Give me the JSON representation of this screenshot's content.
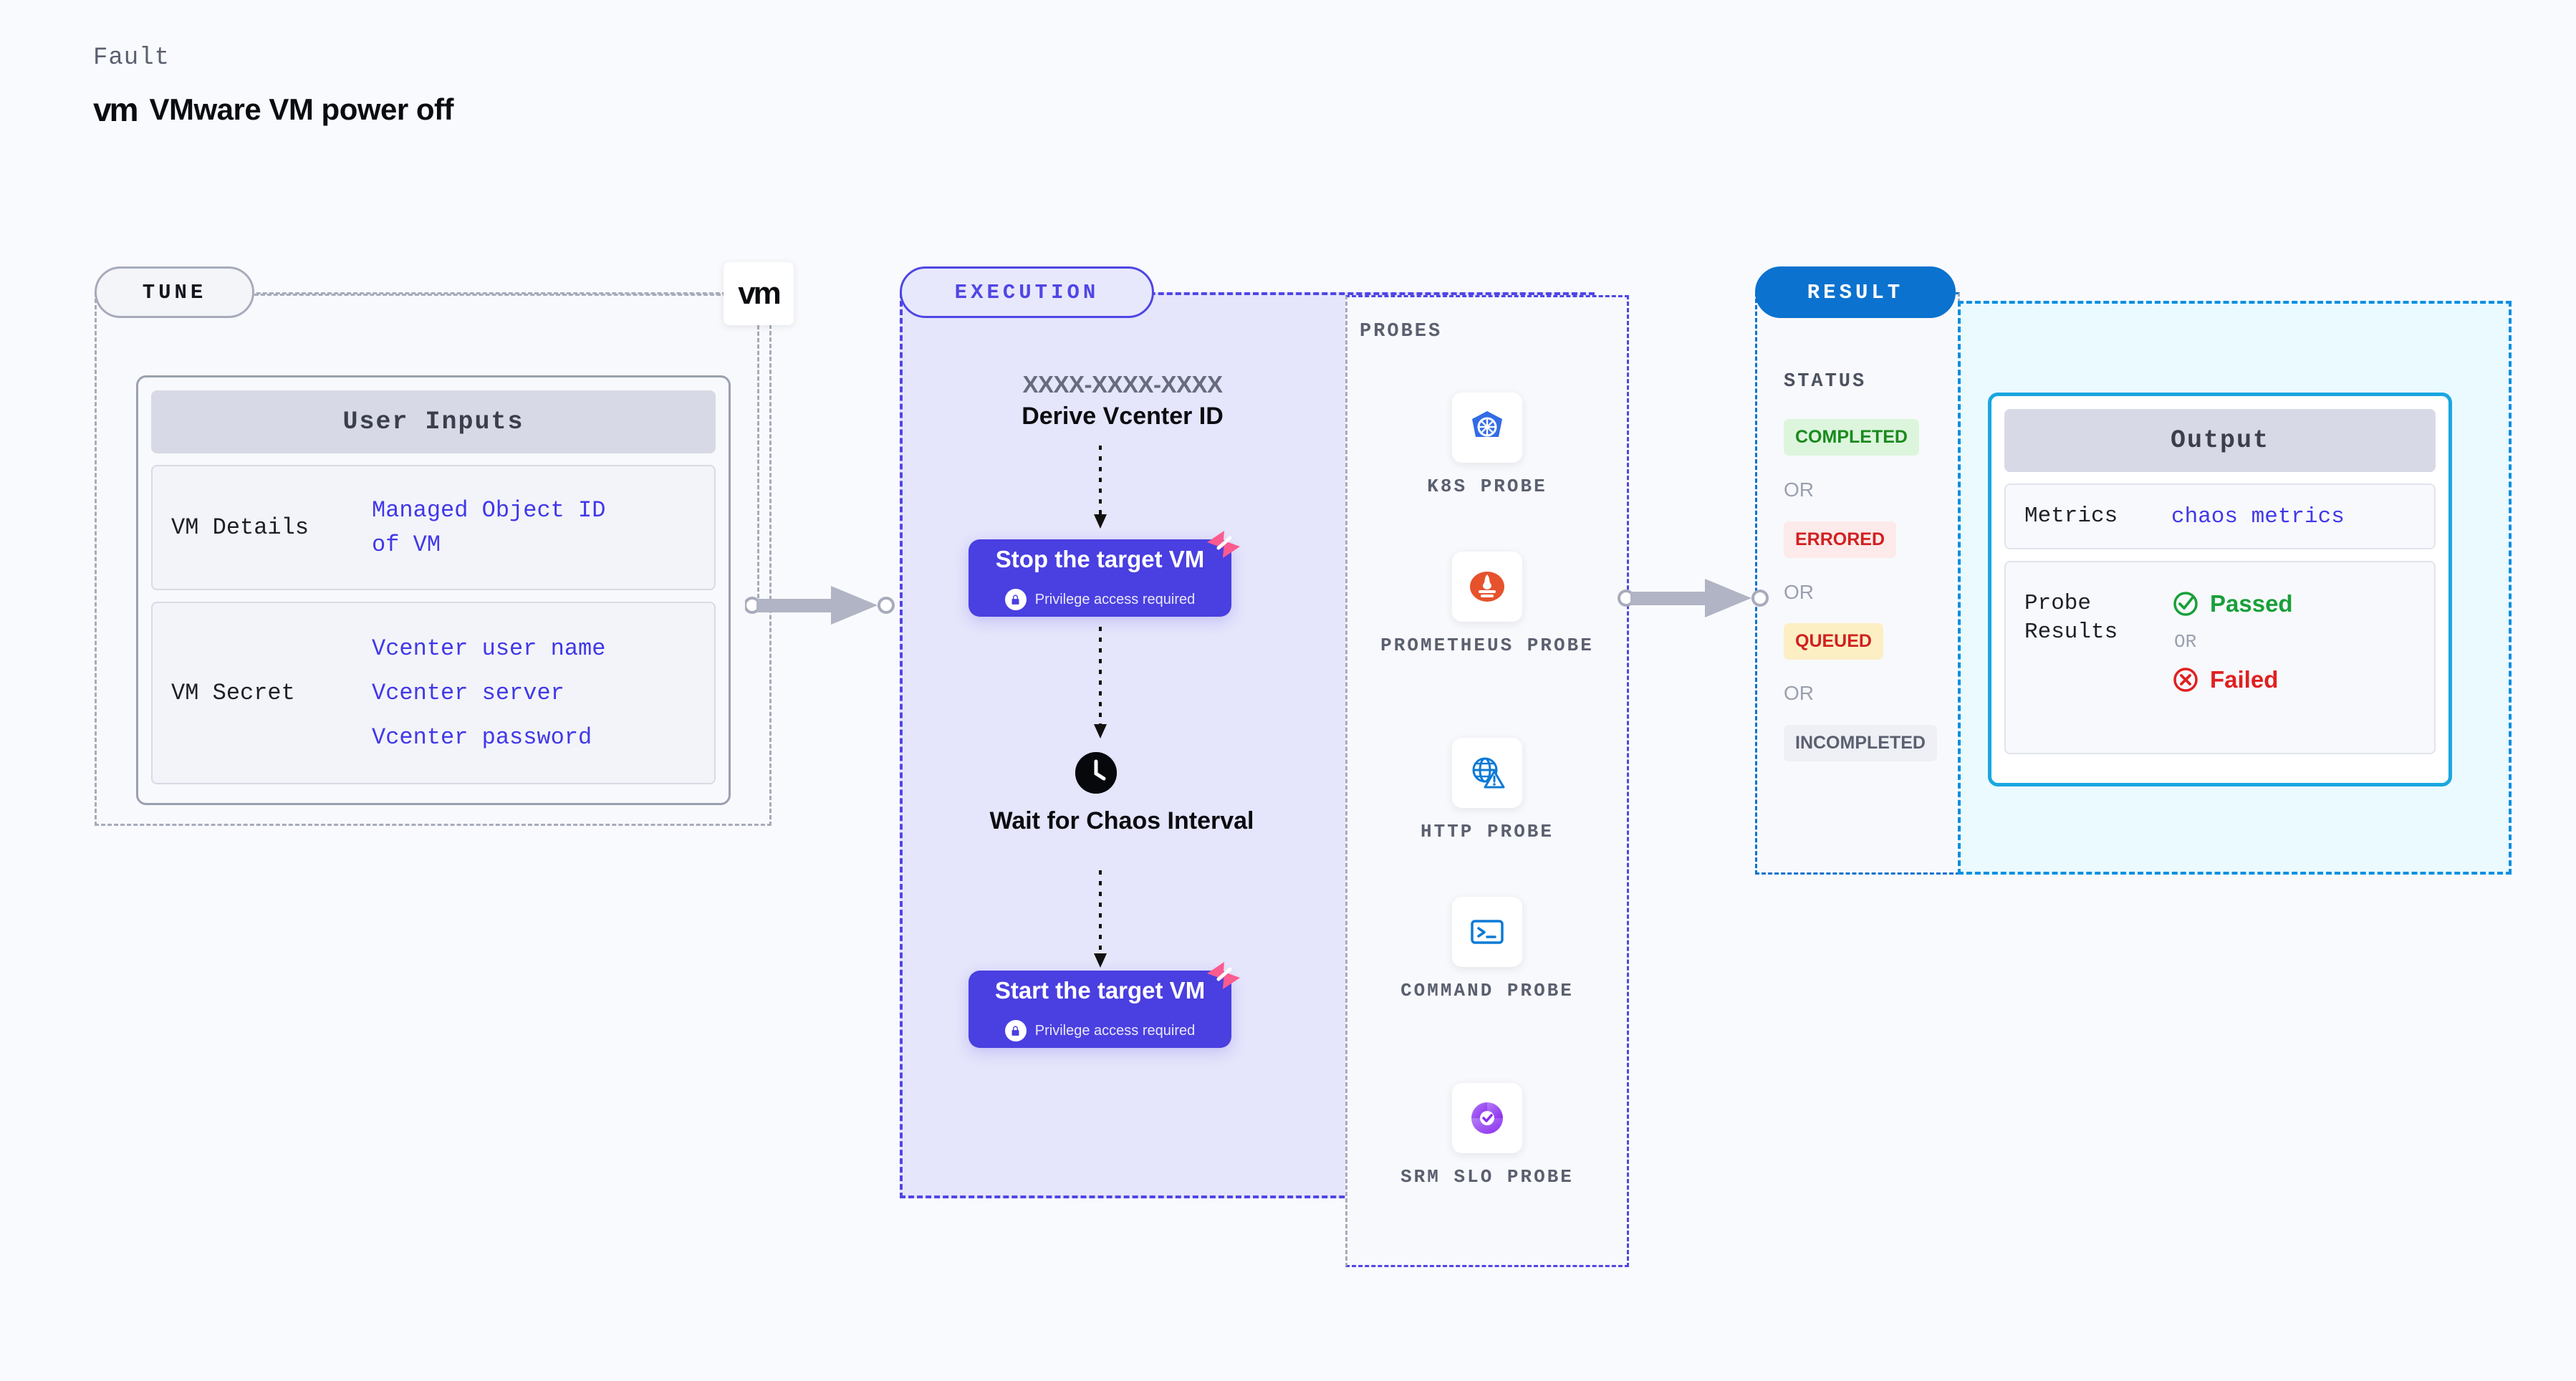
{
  "header": {
    "kicker": "Fault",
    "logo_text": "vm",
    "title": "VMware VM power off"
  },
  "tune": {
    "pill_label": "TUNE",
    "badge_logo": "vm",
    "card": {
      "header": "User Inputs",
      "rows": [
        {
          "key": "VM Details",
          "values": [
            "Managed Object ID",
            "of VM"
          ]
        },
        {
          "key": "VM Secret",
          "values": [
            "Vcenter user name",
            "Vcenter server",
            "Vcenter password"
          ]
        }
      ]
    }
  },
  "execution": {
    "pill_label": "EXECUTION",
    "derive_id": "XXXX-XXXX-XXXX",
    "derive_label": "Derive Vcenter ID",
    "steps": [
      {
        "title": "Stop the target VM",
        "privilege": "Privilege access required"
      },
      {
        "title": "Start the target VM",
        "privilege": "Privilege access required"
      }
    ],
    "wait_label": "Wait for Chaos Interval",
    "probes_label": "PROBES",
    "probes": [
      {
        "name": "K8S PROBE",
        "icon": "kubernetes-icon"
      },
      {
        "name": "PROMETHEUS PROBE",
        "icon": "prometheus-icon"
      },
      {
        "name": "HTTP PROBE",
        "icon": "http-globe-warning-icon"
      },
      {
        "name": "COMMAND PROBE",
        "icon": "terminal-icon"
      },
      {
        "name": "SRM SLO PROBE",
        "icon": "srm-slo-icon"
      }
    ]
  },
  "result": {
    "pill_label": "RESULT",
    "status_label": "STATUS",
    "or_label": "OR",
    "statuses": [
      {
        "label": "COMPLETED",
        "bg": "#ddf5dd",
        "fg": "#1a8a1f"
      },
      {
        "label": "ERRORED",
        "bg": "#fdeaea",
        "fg": "#d12020"
      },
      {
        "label": "QUEUED",
        "bg": "#fcefc4",
        "fg": "#d12020"
      },
      {
        "label": "INCOMPLETED",
        "bg": "#eff0f6",
        "fg": "#5b6070"
      }
    ],
    "output": {
      "header": "Output",
      "metrics_key": "Metrics",
      "metrics_value": "chaos metrics",
      "probe_results_key": "Probe Results",
      "passed": "Passed",
      "or": "OR",
      "failed": "Failed"
    }
  },
  "colors": {
    "indigo": "#4f46e5",
    "card_blue": "#4a3fe0",
    "result_blue": "#0b72cf",
    "output_cyan": "#19a7e0",
    "pink": "#fb5b8e",
    "value_blue": "#4138e8"
  }
}
